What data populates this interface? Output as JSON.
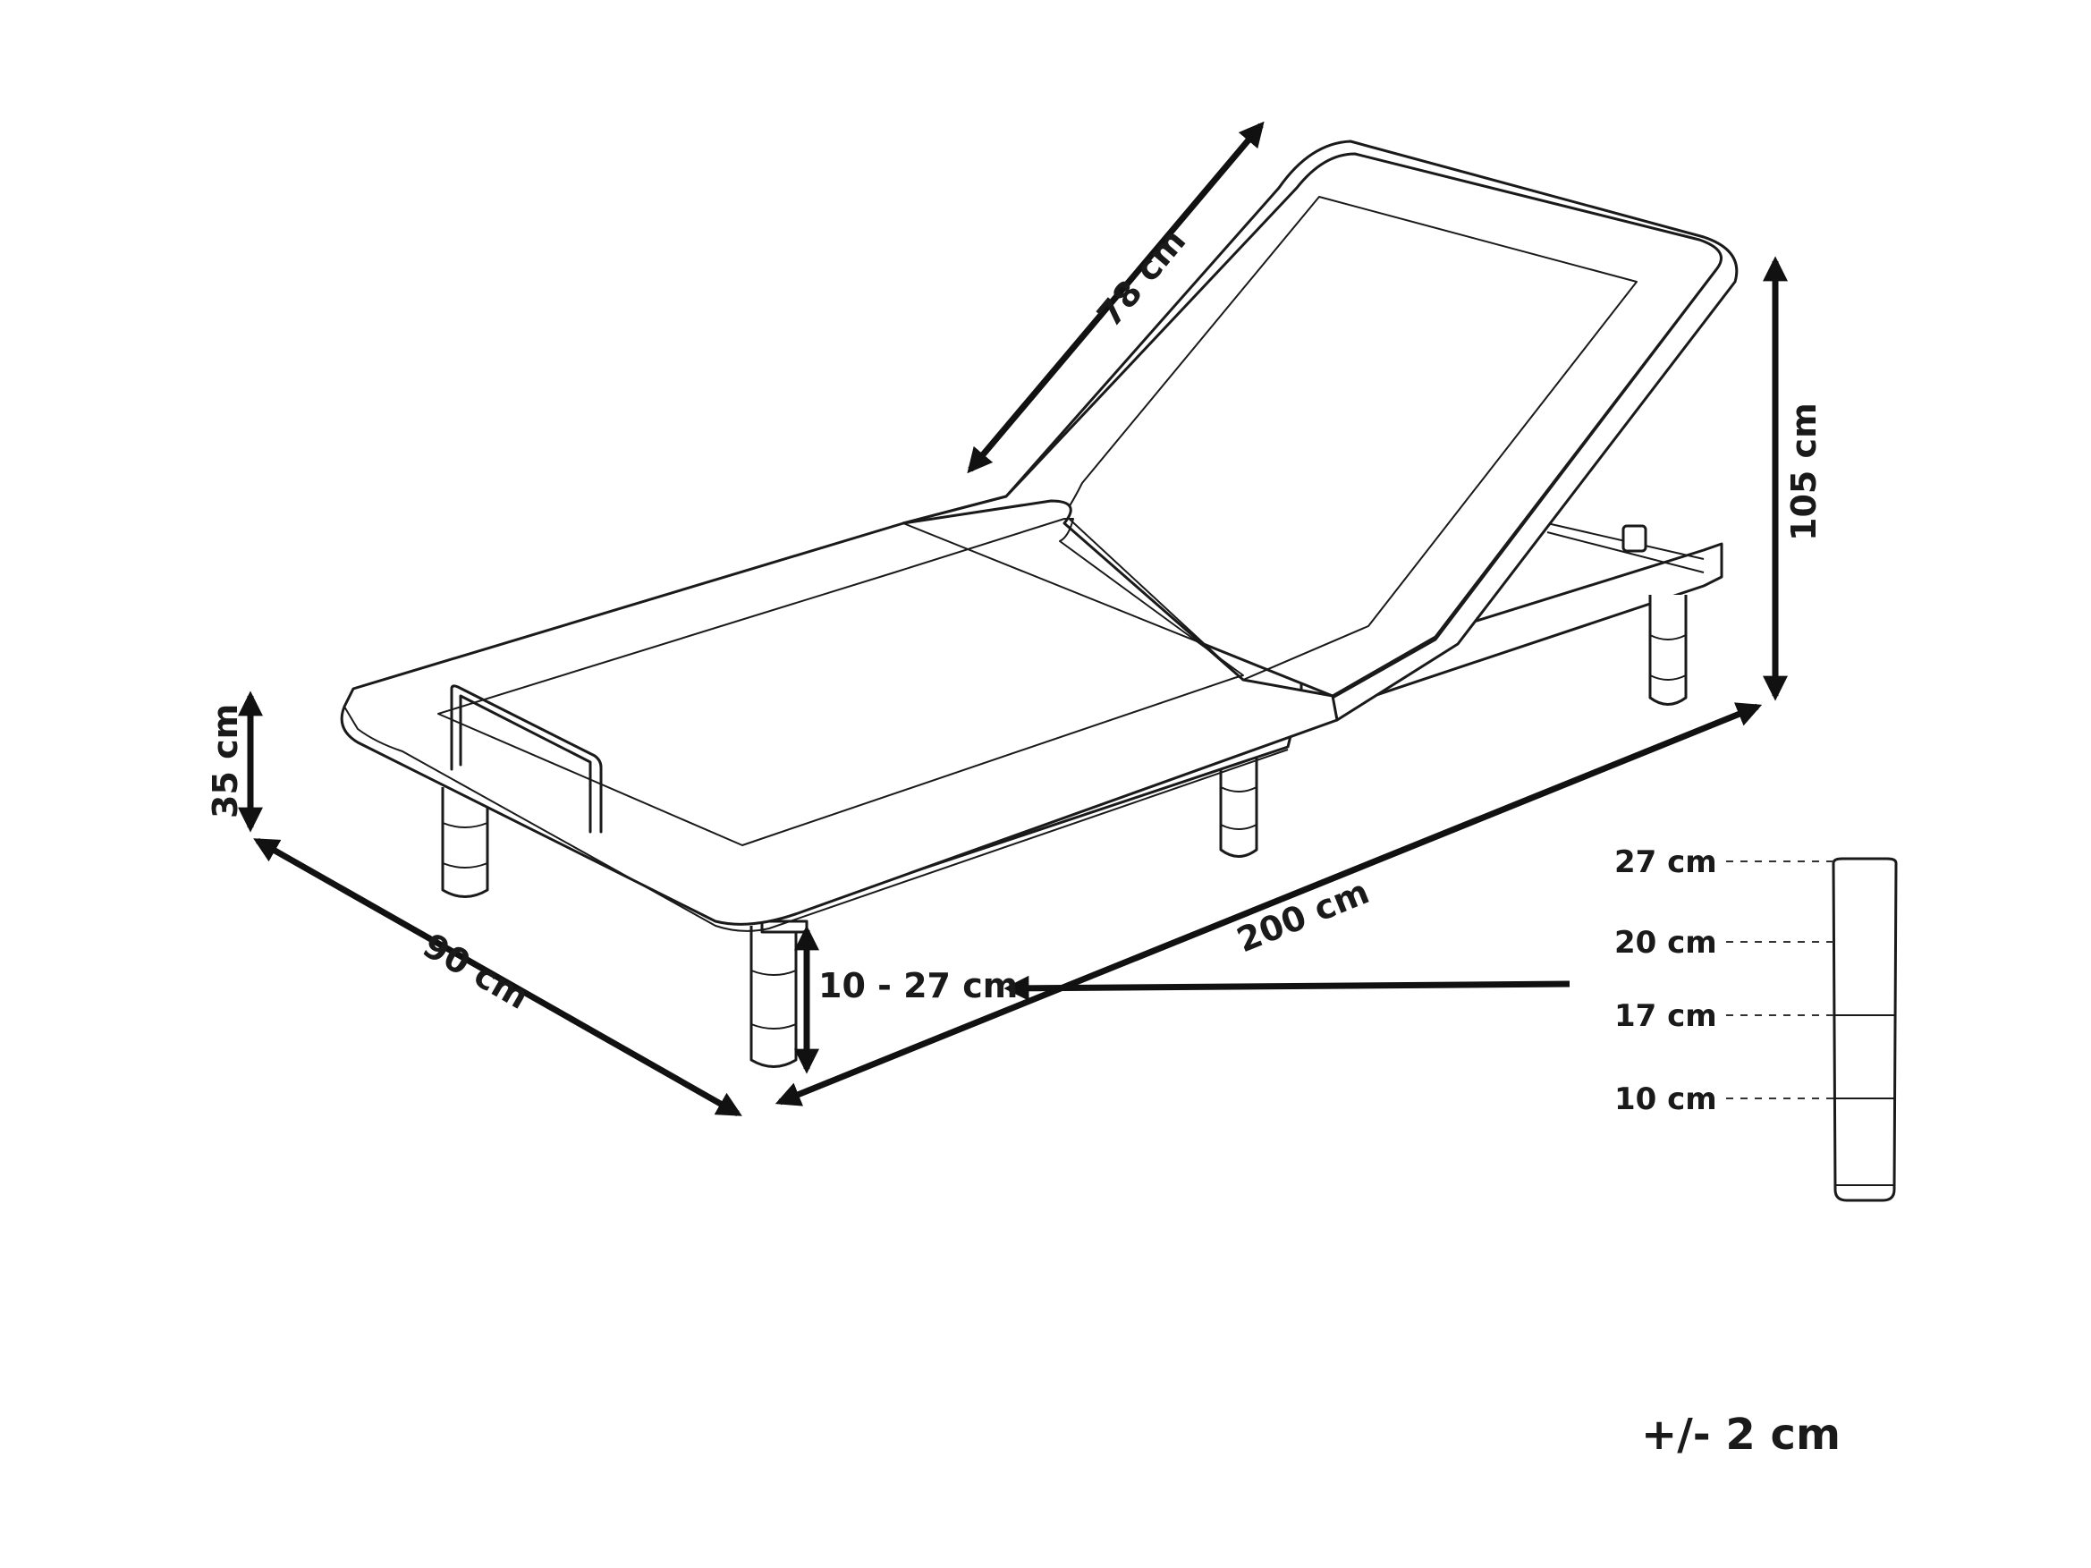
{
  "dimensions": {
    "backrest_length": "78 cm",
    "total_height": "105 cm",
    "frame_height": "35 cm",
    "width": "90 cm",
    "length": "200 cm",
    "leg_range": "10 - 27 cm"
  },
  "leg_heights": [
    "27 cm",
    "20 cm",
    "17 cm",
    "10 cm"
  ],
  "tolerance": "+/- 2 cm"
}
